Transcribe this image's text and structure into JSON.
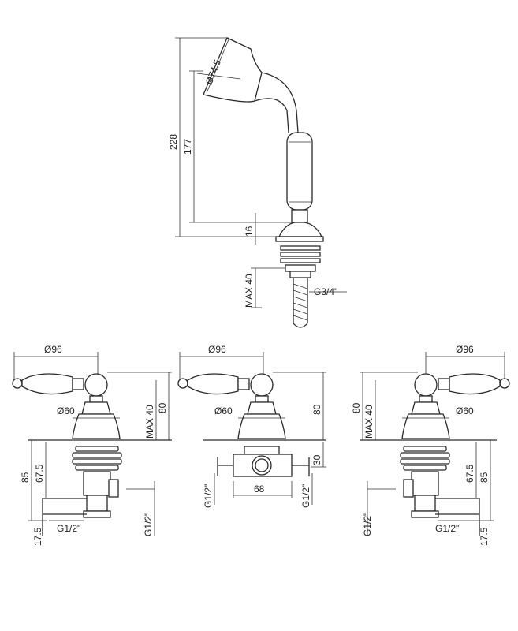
{
  "hand_shower": {
    "dim_head": "Ø74.5",
    "dim_total": "228",
    "dim_mid": "177",
    "dim_base": "16",
    "dim_max": "MAX 40",
    "dim_thread": "G3/4\""
  },
  "valve_left": {
    "dim_handle": "Ø96",
    "dim_flange": "Ø60",
    "dim_max": "MAX 40",
    "dim_height": "80",
    "dim_85": "85",
    "dim_67": "67.5",
    "dim_17": "17.5",
    "dim_g_bottom": "G1/2\"",
    "dim_g_right": "G1/2\""
  },
  "valve_center": {
    "dim_handle": "Ø96",
    "dim_flange": "Ø60",
    "dim_height": "80",
    "dim_30": "30",
    "dim_68": "68",
    "dim_g_left": "G1/2\"",
    "dim_g_right": "G1/2\""
  },
  "valve_right": {
    "dim_handle": "Ø96",
    "dim_flange": "Ø60",
    "dim_80": "80",
    "dim_max": "MAX 40",
    "dim_67": "67.5",
    "dim_85": "85",
    "dim_17": "17.5",
    "dim_g_left": "G1/2\"",
    "dim_g_bottom": "G1/2\""
  }
}
